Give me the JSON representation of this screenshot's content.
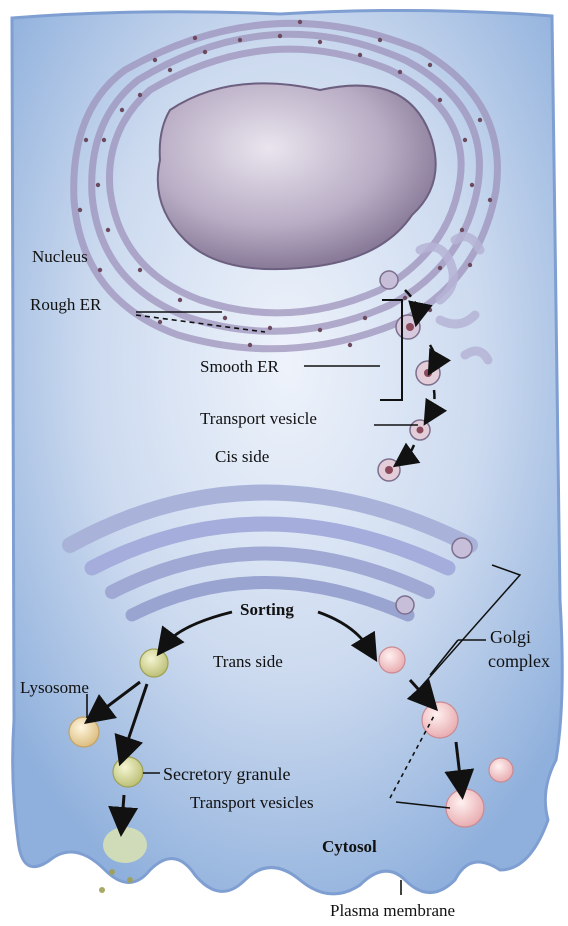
{
  "diagram": {
    "labels": {
      "nucleus": "Nucleus",
      "rough_er": "Rough ER",
      "smooth_er": "Smooth ER",
      "transport_vesicle": "Transport vesicle",
      "cis_side": "Cis side",
      "sorting": "Sorting",
      "trans_side": "Trans side",
      "golgi_complex_line1": "Golgi",
      "golgi_complex_line2": "complex",
      "lysosome": "Lysosome",
      "secretory_granule": "Secretory granule",
      "transport_vesicles": "Transport vesicles",
      "cytosol": "Cytosol",
      "plasma_membrane": "Plasma membrane"
    },
    "colors": {
      "cell_fill": "#b9cbe6",
      "cell_edge": "#7f9fd2",
      "nucleus": "#b5aac0",
      "er": "#a59cc2",
      "golgi": "#9fa9d4",
      "vesicle_pink": "#f1c3c6",
      "lysosome": "#f0dcae",
      "granule": "#d7d9a2"
    }
  }
}
